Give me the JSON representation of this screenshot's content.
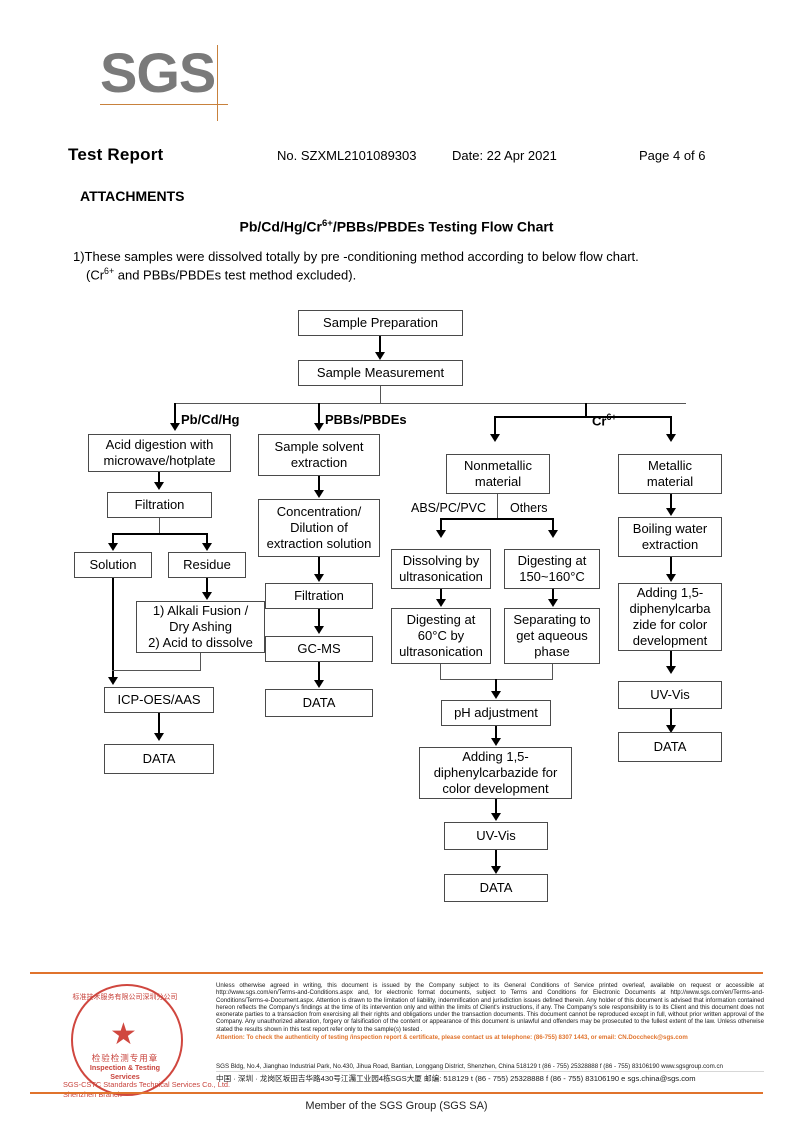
{
  "header": {
    "logo_text": "SGS",
    "title": "Test Report",
    "report_no": "No. SZXML2101089303",
    "date": "Date: 22 Apr 2021",
    "page": "Page 4 of 6"
  },
  "body": {
    "attachments_heading": "ATTACHMENTS",
    "chart_title_part1": "Pb/Cd/Hg/Cr",
    "chart_title_sup": "6+",
    "chart_title_part2": "/PBBs/PBDEs Testing Flow Chart",
    "note_line1": "1)These samples were dissolved totally by pre -conditioning method according to below flow chart.",
    "note_line2_pre": "(Cr",
    "note_line2_sup": "6+",
    "note_line2_post": " and PBBs/PBDEs  test method excluded)."
  },
  "flowchart": {
    "nodes": {
      "sample_preparation": "Sample Preparation",
      "sample_measurement": "Sample Measurement",
      "acid_digestion": "Acid digestion with microwave/hotplate",
      "filtration_left": "Filtration",
      "solution": "Solution",
      "residue": "Residue",
      "alkali_fusion": "1) Alkali Fusion / Dry Ashing 2) Acid to dissolve",
      "icp_oes_aas": "ICP-OES/AAS",
      "data_left": "DATA",
      "sample_solvent_extraction": "Sample solvent extraction",
      "concentration_dilution": "Concentration/ Dilution of extraction solution",
      "filtration_mid": "Filtration",
      "gc_ms": "GC-MS",
      "data_mid": "DATA",
      "nonmetallic_material": "Nonmetallic material",
      "metallic_material": "Metallic material",
      "dissolving_ultrasonication": "Dissolving by ultrasonication",
      "digesting_150_160": "Digesting at 150~160°C",
      "digesting_60": "Digesting at 60°C by ultrasonication",
      "separating_aqueous": "Separating to get aqueous phase",
      "ph_adjustment": "pH adjustment",
      "adding_dpc_cr": "Adding 1,5-diphenylcarbazide for color development",
      "uv_vis_cr": "UV-Vis",
      "data_cr": "DATA",
      "boiling_water": "Boiling water extraction",
      "adding_dpc_metal": "Adding 1,5-diphenylcarba zide for color development",
      "uv_vis_metal": "UV-Vis",
      "data_metal": "DATA"
    },
    "node_lines": {
      "acid_digestion": [
        "Acid digestion with",
        "microwave/hotplate"
      ],
      "alkali_fusion": [
        "1) Alkali Fusion /",
        "Dry Ashing",
        "2) Acid to dissolve"
      ],
      "sample_solvent_extraction": [
        "Sample solvent",
        "extraction"
      ],
      "concentration_dilution": [
        "Concentration/",
        "Dilution of",
        "extraction solution"
      ],
      "nonmetallic_material": [
        "Nonmetallic",
        "material"
      ],
      "metallic_material": [
        "Metallic",
        "material"
      ],
      "dissolving_ultrasonication": [
        "Dissolving by",
        "ultrasonication"
      ],
      "digesting_150_160": [
        "Digesting at",
        "150~160°C"
      ],
      "digesting_60": [
        "Digesting at",
        "60°C by",
        "ultrasonication"
      ],
      "separating_aqueous": [
        "Separating to",
        "get aqueous",
        "phase"
      ],
      "adding_dpc_cr": [
        "Adding 1,5-",
        "diphenylcarbazide for",
        "color development"
      ],
      "boiling_water": [
        "Boiling water",
        "extraction"
      ],
      "adding_dpc_metal": [
        "Adding 1,5-",
        "diphenylcarba",
        "zide for color",
        "development"
      ]
    },
    "branch_labels": {
      "pb_cd_hg": "Pb/Cd/Hg",
      "pbbs_pbdes": "PBBs/PBDEs",
      "cr6_pre": "Cr",
      "cr6_sup": "6+"
    },
    "sub_labels": {
      "abs_pc_pvc": "ABS/PC/PVC",
      "others": "Others"
    }
  },
  "footer": {
    "legal_paragraph": "Unless otherwise agreed in writing, this document is issued by the Company subject to its General Conditions of Service printed overleaf, available on request or accessible at http://www.sgs.com/en/Terms-and-Conditions.aspx and, for electronic format documents, subject to Terms and Conditions for Electronic Documents at http://www.sgs.com/en/Terms-and-Conditions/Terms-e-Document.aspx. Attention is drawn to the limitation of liability, indemnification and jurisdiction issues defined therein. Any holder of this document is advised that information contained hereon reflects the Company's findings at the time of its intervention only and within the limits of Client's instructions, if any. The Company's sole responsibility is to its Client and this document does not exonerate parties to a transaction from exercising all their rights and obligations under the transaction documents. This document cannot be reproduced except in full, without prior written approval of the Company. Any unauthorized alteration, forgery or falsification of the content or appearance of this document is unlawful and offenders may be prosecuted to the fullest extent of the law. Unless otherwise stated the results shown in this test report refer only to the sample(s) tested .",
    "attention_line": "Attention: To check the authenticity of testing /inspection report & certificate, please contact us at telephone: (86-755) 8307 1443, or email: CN.Doccheck@sgs.com",
    "address_en": "SGS Bldg, No.4, Jianghao Industrial Park, No.430, Jihua Road, Bantian, Longgang District, Shenzhen, China  518129    t (86 - 755) 25328888    f (86 - 755) 83106190     www.sgsgroup.com.cn",
    "address_cn": "中国 · 深圳 · 龙岗区坂田吉华路430号江灟工业园4栋SGS大厦      邮编: 518129    t (86 - 755) 25328888    f (86 - 755) 83106190     e  sgs.china@sgs.com",
    "member_line": "Member of the SGS Group (SGS SA)",
    "seal": {
      "arc_top": "标准技术服务有限公司深圳分公司",
      "cn_text": "检验检测专用章",
      "en_text": "Inspection & Testing Services",
      "sub_line1": "SGS-CSTC Standards Technical Services Co., Ltd.",
      "sub_line2": "Shenzhen Branch"
    }
  },
  "colors": {
    "accent_orange": "#e0732c",
    "logo_gray": "#7a7a7a",
    "seal_red": "#d0473f"
  }
}
